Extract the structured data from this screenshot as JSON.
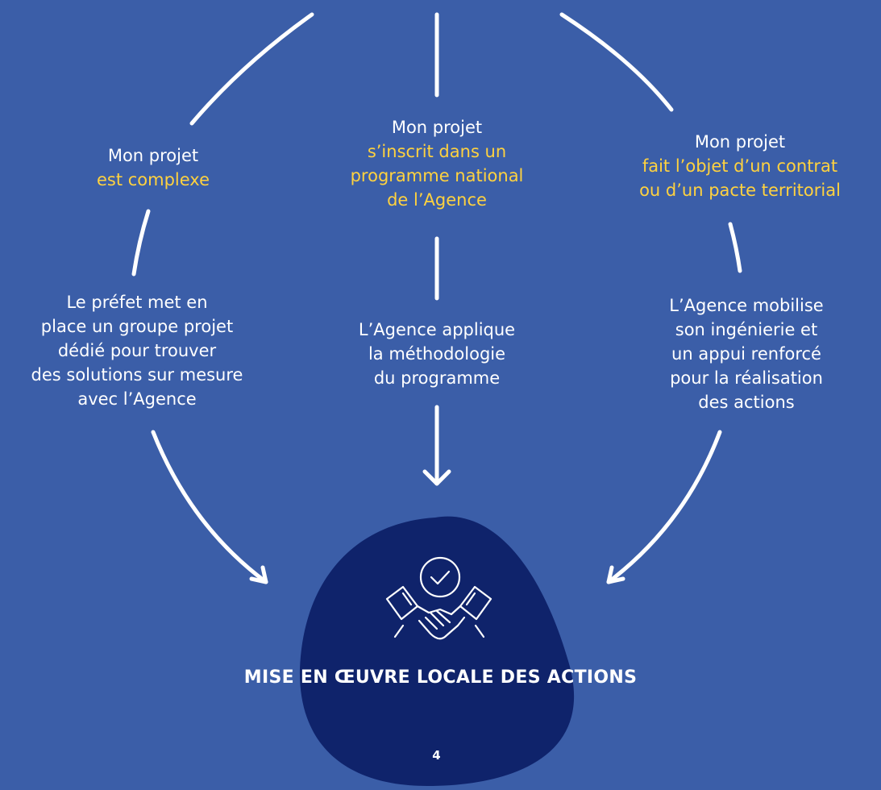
{
  "columns": [
    {
      "heading_lead": "Mon projet",
      "heading_highlight": [
        "est complexe"
      ],
      "description": [
        "Le préfet met en",
        "place un groupe projet",
        "dédié pour trouver",
        "des solutions sur mesure",
        "avec l’Agence"
      ]
    },
    {
      "heading_lead": "Mon projet",
      "heading_highlight": [
        "s’inscrit dans un",
        "programme national",
        "de l’Agence"
      ],
      "description": [
        "L’Agence applique",
        "la méthodologie",
        "du programme"
      ]
    },
    {
      "heading_lead": "Mon projet",
      "heading_highlight": [
        "fait l’objet d’un contrat",
        "ou d’un pacte territorial"
      ],
      "description": [
        "L’Agence mobilise",
        "son ingénierie et",
        "un appui renforcé",
        "pour la réalisation",
        "des actions"
      ]
    }
  ],
  "result_label": "MISE EN ŒUVRE LOCALE DES ACTIONS",
  "result_icon": "handshake-check-icon",
  "page_number": "4",
  "colors": {
    "background": "#3b5ea8",
    "blob": "#0f236b",
    "highlight": "#ffd23f",
    "text": "#ffffff"
  }
}
